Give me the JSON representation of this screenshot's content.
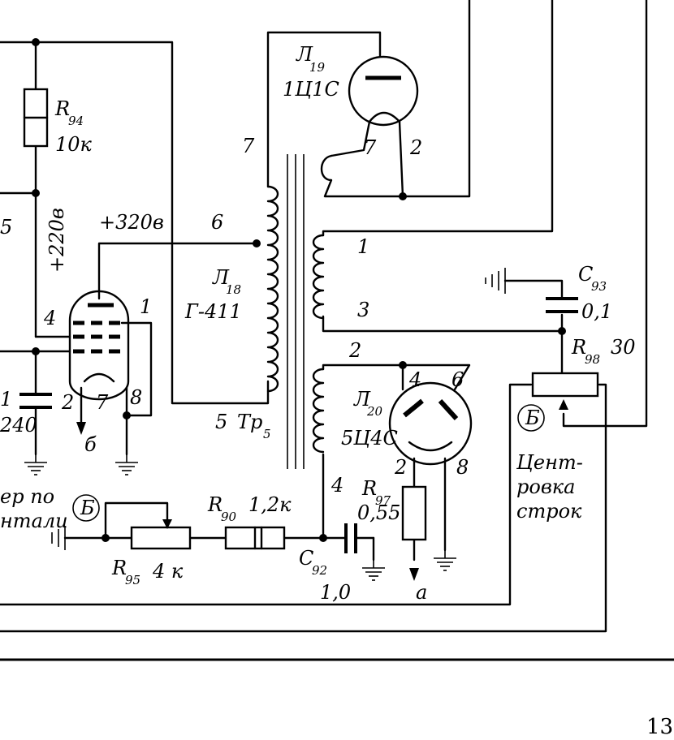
{
  "labels": {
    "l19": "Л",
    "l19_sub": "19",
    "l19_type": "1Ц1С",
    "l18": "Л",
    "l18_sub": "18",
    "l18_type": "Г-411",
    "l20": "Л",
    "l20_sub": "20",
    "l20_type": "5Ц4С",
    "r94": "R",
    "r94_sub": "94",
    "r94_val": "10к",
    "r95": "R",
    "r95_sub": "95",
    "r95_val": "4 к",
    "r90": "R",
    "r90_sub": "90",
    "r90_val": "1,2к",
    "r97": "R",
    "r97_sub": "97",
    "r97_val": "0,55",
    "r98": "R",
    "r98_sub": "98",
    "r98_val": "30",
    "c93": "C",
    "c93_sub": "93",
    "c93_val": "0,1",
    "c92": "C",
    "c92_sub": "92",
    "c92_val": "1,0",
    "c_left_val": "240",
    "c_left_frag": "1",
    "tp5": "Тр",
    "tp5_sub": "5",
    "v320": "+320в",
    "v220": "+220в",
    "b_left": "Б",
    "b_right": "Б",
    "centering1": "Цент-",
    "centering2": "ровка",
    "centering3": "строк",
    "left_frag1": "ер по",
    "left_frag2": "нталu",
    "out_a": "а",
    "out_b": "б",
    "page_number": "13"
  },
  "pins": {
    "l19_p7": "7",
    "l19_p2": "2",
    "tr_p7": "7",
    "tr_p6": "6",
    "tr_p5": "5",
    "tr_p1": "1",
    "tr_p3": "3",
    "tr_p2": "2",
    "tr_p4": "4",
    "l18_p4": "4",
    "l18_p1": "1",
    "l18_p2": "2",
    "l18_p7": "7",
    "l18_p8": "8",
    "l20_p4": "4",
    "l20_p6": "6",
    "l20_p2": "2",
    "l20_p8": "8",
    "left_5": "5"
  }
}
